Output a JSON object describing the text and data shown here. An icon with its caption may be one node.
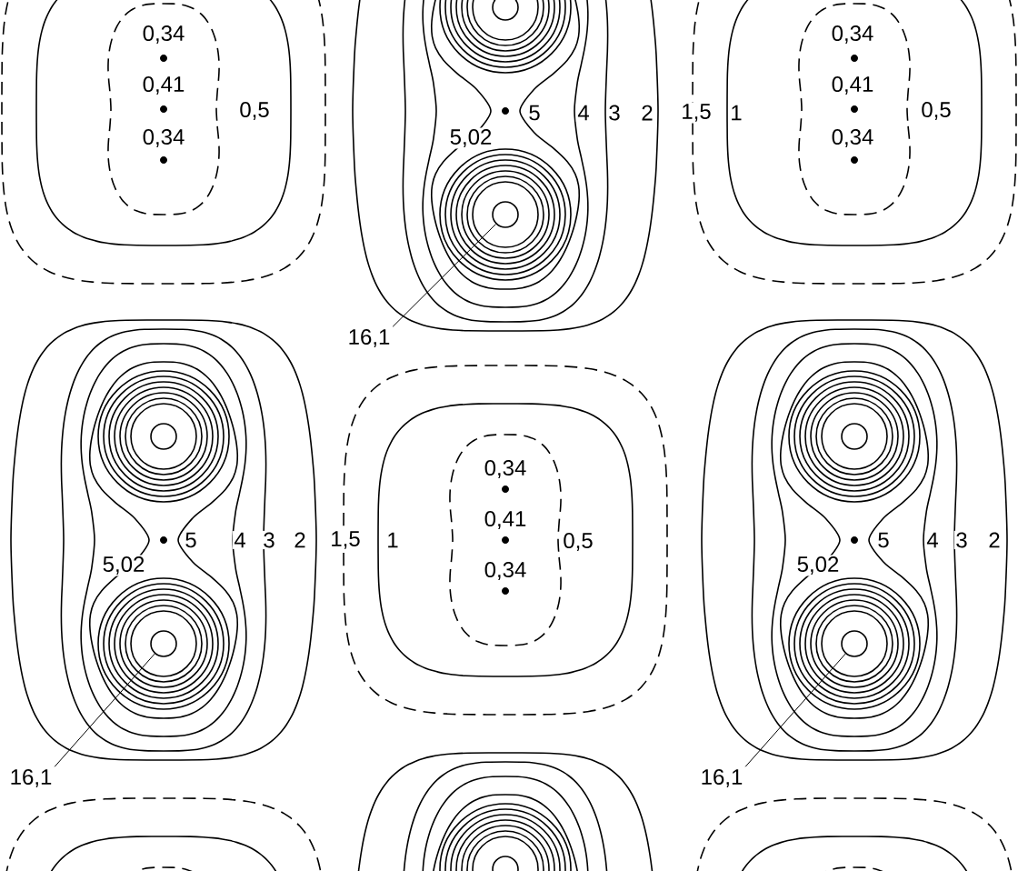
{
  "diagram": {
    "nodes": [
      {
        "text": [
          "16,1"
        ]
      },
      {
        "text": [],
        "shape": "circle"
      },
      {
        "text": [
          "16,1"
        ]
      },
      {
        "text": [],
        "shape": "circle"
      },
      {
        "text": [
          "16,1"
        ]
      },
      {
        "text": [],
        "shape": "circle"
      }
    ],
    "edges": [
      {
        "from": 0,
        "to": 1,
        "arrow": "none"
      },
      {
        "from": 2,
        "to": 3,
        "arrow": "none"
      },
      {
        "from": 4,
        "to": 5,
        "arrow": "none"
      }
    ],
    "labels": [
      "0,34",
      "0,34",
      "0,41",
      "0,41",
      "0,5",
      "5",
      "4",
      "3",
      "2",
      "1,5",
      "1",
      "0,5",
      "0,34",
      "5,02",
      "0,34",
      "0,34",
      "0,41",
      "5",
      "4",
      "3",
      "2",
      "1,5",
      "1",
      "0,5",
      "5",
      "4",
      "3",
      "2",
      "5,02",
      "0,34",
      "5,02"
    ]
  }
}
